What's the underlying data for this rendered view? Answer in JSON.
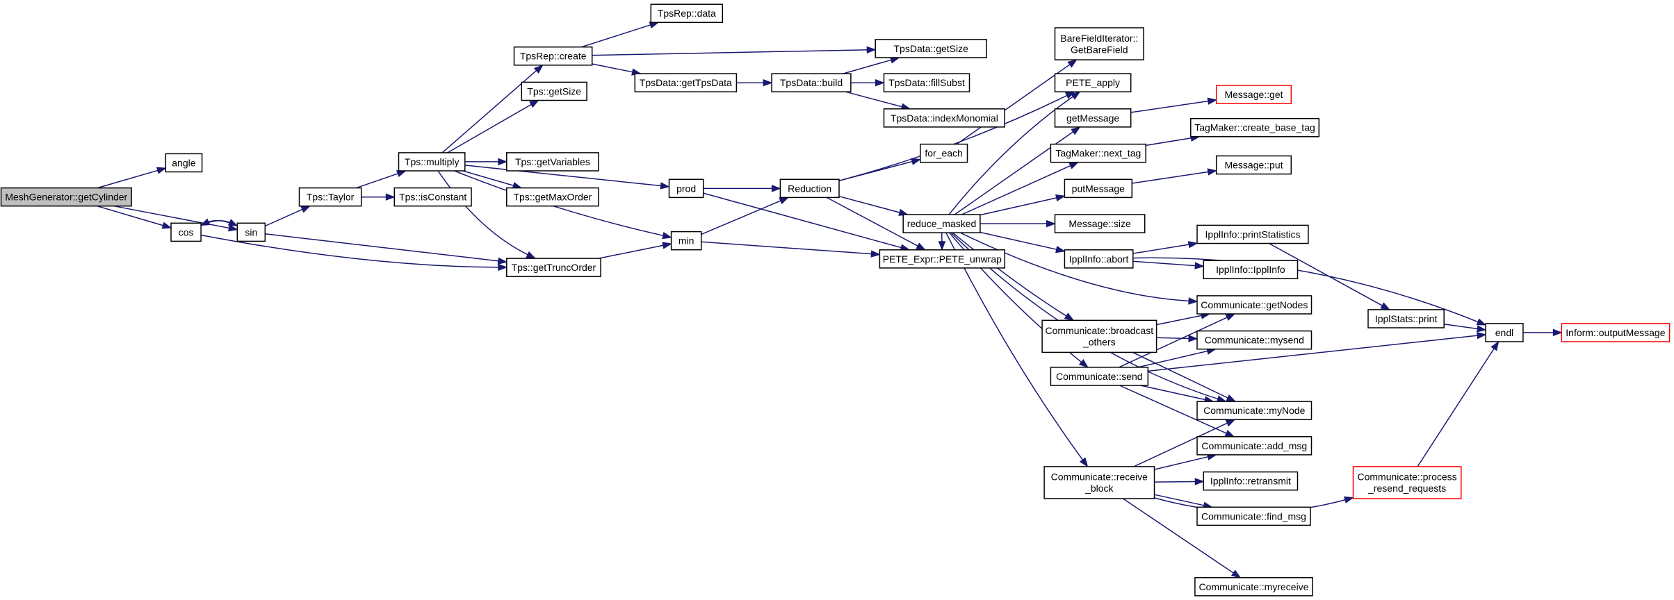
{
  "nodes": [
    {
      "id": "getCylinder",
      "label": [
        "MeshGenerator::getCylinder"
      ],
      "style": "root"
    },
    {
      "id": "angle",
      "label": [
        "angle"
      ]
    },
    {
      "id": "cos",
      "label": [
        "cos"
      ]
    },
    {
      "id": "sin",
      "label": [
        "sin"
      ]
    },
    {
      "id": "Taylor",
      "label": [
        "Tps::Taylor"
      ]
    },
    {
      "id": "isConstant",
      "label": [
        "Tps::isConstant"
      ]
    },
    {
      "id": "multiply",
      "label": [
        "Tps::multiply"
      ]
    },
    {
      "id": "getTruncOrder",
      "label": [
        "Tps::getTruncOrder"
      ]
    },
    {
      "id": "repCreate",
      "label": [
        "TpsRep::create"
      ]
    },
    {
      "id": "repData",
      "label": [
        "TpsRep::data"
      ]
    },
    {
      "id": "tpsGetSize",
      "label": [
        "Tps::getSize"
      ]
    },
    {
      "id": "getVariables",
      "label": [
        "Tps::getVariables"
      ]
    },
    {
      "id": "getMaxOrder",
      "label": [
        "Tps::getMaxOrder"
      ]
    },
    {
      "id": "prod",
      "label": [
        "prod"
      ]
    },
    {
      "id": "min",
      "label": [
        "min"
      ]
    },
    {
      "id": "dataGetSize",
      "label": [
        "TpsData::getSize"
      ]
    },
    {
      "id": "getTpsData",
      "label": [
        "TpsData::getTpsData"
      ]
    },
    {
      "id": "build",
      "label": [
        "TpsData::build"
      ]
    },
    {
      "id": "fillSubst",
      "label": [
        "TpsData::fillSubst"
      ]
    },
    {
      "id": "indexMonomial",
      "label": [
        "TpsData::indexMonomial"
      ]
    },
    {
      "id": "Reduction",
      "label": [
        "Reduction"
      ]
    },
    {
      "id": "forEach",
      "label": [
        "for_each"
      ]
    },
    {
      "id": "reduceMasked",
      "label": [
        "reduce_masked"
      ]
    },
    {
      "id": "peteUnwrap",
      "label": [
        "PETE_Expr::PETE_unwrap"
      ]
    },
    {
      "id": "bareField",
      "label": [
        "BareFieldIterator::",
        "GetBareField"
      ]
    },
    {
      "id": "peteApply",
      "label": [
        "PETE_apply"
      ]
    },
    {
      "id": "getMessage",
      "label": [
        "getMessage"
      ]
    },
    {
      "id": "nextTag",
      "label": [
        "TagMaker::next_tag"
      ]
    },
    {
      "id": "putMessage",
      "label": [
        "putMessage"
      ]
    },
    {
      "id": "msgSize",
      "label": [
        "Message::size"
      ]
    },
    {
      "id": "ipplAbort",
      "label": [
        "IpplInfo::abort"
      ]
    },
    {
      "id": "broadcast",
      "label": [
        "Communicate::broadcast",
        "_others"
      ]
    },
    {
      "id": "send",
      "label": [
        "Communicate::send"
      ]
    },
    {
      "id": "receiveBlock",
      "label": [
        "Communicate::receive",
        "_block"
      ]
    },
    {
      "id": "msgGet",
      "label": [
        "Message::get"
      ],
      "style": "trunc"
    },
    {
      "id": "createBaseTag",
      "label": [
        "TagMaker::create_base_tag"
      ]
    },
    {
      "id": "msgPut",
      "label": [
        "Message::put"
      ]
    },
    {
      "id": "printStatistics",
      "label": [
        "IpplInfo::printStatistics"
      ]
    },
    {
      "id": "ipplInfo",
      "label": [
        "IpplInfo::IpplInfo"
      ]
    },
    {
      "id": "getNodes",
      "label": [
        "Communicate::getNodes"
      ]
    },
    {
      "id": "mysend",
      "label": [
        "Communicate::mysend"
      ]
    },
    {
      "id": "myNode",
      "label": [
        "Communicate::myNode"
      ]
    },
    {
      "id": "addMsg",
      "label": [
        "Communicate::add_msg"
      ]
    },
    {
      "id": "retransmit",
      "label": [
        "IpplInfo::retransmit"
      ]
    },
    {
      "id": "findMsg",
      "label": [
        "Communicate::find_msg"
      ]
    },
    {
      "id": "myreceive",
      "label": [
        "Communicate::myreceive"
      ]
    },
    {
      "id": "statsPrint",
      "label": [
        "IpplStats::print"
      ]
    },
    {
      "id": "processResend",
      "label": [
        "Communicate::process",
        "_resend_requests"
      ],
      "style": "trunc"
    },
    {
      "id": "endl",
      "label": [
        "endl"
      ]
    },
    {
      "id": "outputMessage",
      "label": [
        "Inform::outputMessage"
      ],
      "style": "trunc"
    }
  ],
  "edges": [
    [
      "getCylinder",
      "angle"
    ],
    [
      "getCylinder",
      "cos"
    ],
    [
      "getCylinder",
      "sin"
    ],
    [
      "cos",
      "sin"
    ],
    [
      "sin",
      "cos"
    ],
    [
      "cos",
      "getTruncOrder"
    ],
    [
      "sin",
      "Taylor"
    ],
    [
      "sin",
      "getTruncOrder"
    ],
    [
      "Taylor",
      "isConstant"
    ],
    [
      "Taylor",
      "multiply"
    ],
    [
      "multiply",
      "repCreate"
    ],
    [
      "multiply",
      "tpsGetSize"
    ],
    [
      "multiply",
      "getVariables"
    ],
    [
      "multiply",
      "getMaxOrder"
    ],
    [
      "multiply",
      "prod"
    ],
    [
      "multiply",
      "min"
    ],
    [
      "multiply",
      "getTruncOrder"
    ],
    [
      "getTruncOrder",
      "min"
    ],
    [
      "repCreate",
      "repData"
    ],
    [
      "repCreate",
      "dataGetSize"
    ],
    [
      "repCreate",
      "getTpsData"
    ],
    [
      "getTpsData",
      "build"
    ],
    [
      "build",
      "dataGetSize"
    ],
    [
      "build",
      "fillSubst"
    ],
    [
      "build",
      "indexMonomial"
    ],
    [
      "prod",
      "Reduction"
    ],
    [
      "prod",
      "peteUnwrap"
    ],
    [
      "min",
      "Reduction"
    ],
    [
      "min",
      "peteUnwrap"
    ],
    [
      "Reduction",
      "forEach"
    ],
    [
      "Reduction",
      "reduceMasked"
    ],
    [
      "Reduction",
      "peteUnwrap"
    ],
    [
      "Reduction",
      "peteApply"
    ],
    [
      "forEach",
      "bareField"
    ],
    [
      "reduceMasked",
      "peteUnwrap"
    ],
    [
      "reduceMasked",
      "peteApply"
    ],
    [
      "reduceMasked",
      "getMessage"
    ],
    [
      "reduceMasked",
      "nextTag"
    ],
    [
      "reduceMasked",
      "putMessage"
    ],
    [
      "reduceMasked",
      "msgSize"
    ],
    [
      "reduceMasked",
      "ipplAbort"
    ],
    [
      "reduceMasked",
      "getNodes"
    ],
    [
      "reduceMasked",
      "broadcast"
    ],
    [
      "reduceMasked",
      "send"
    ],
    [
      "reduceMasked",
      "myNode"
    ],
    [
      "reduceMasked",
      "receiveBlock"
    ],
    [
      "getMessage",
      "msgGet"
    ],
    [
      "nextTag",
      "createBaseTag"
    ],
    [
      "putMessage",
      "msgPut"
    ],
    [
      "ipplAbort",
      "printStatistics"
    ],
    [
      "ipplAbort",
      "ipplInfo"
    ],
    [
      "ipplAbort",
      "endl"
    ],
    [
      "printStatistics",
      "statsPrint"
    ],
    [
      "statsPrint",
      "endl"
    ],
    [
      "broadcast",
      "getNodes"
    ],
    [
      "broadcast",
      "mysend"
    ],
    [
      "broadcast",
      "myNode"
    ],
    [
      "send",
      "getNodes"
    ],
    [
      "send",
      "mysend"
    ],
    [
      "send",
      "myNode"
    ],
    [
      "send",
      "addMsg"
    ],
    [
      "send",
      "endl"
    ],
    [
      "receiveBlock",
      "myNode"
    ],
    [
      "receiveBlock",
      "addMsg"
    ],
    [
      "receiveBlock",
      "retransmit"
    ],
    [
      "receiveBlock",
      "findMsg"
    ],
    [
      "receiveBlock",
      "myreceive"
    ],
    [
      "receiveBlock",
      "processResend"
    ],
    [
      "processResend",
      "endl"
    ],
    [
      "endl",
      "outputMessage"
    ]
  ]
}
